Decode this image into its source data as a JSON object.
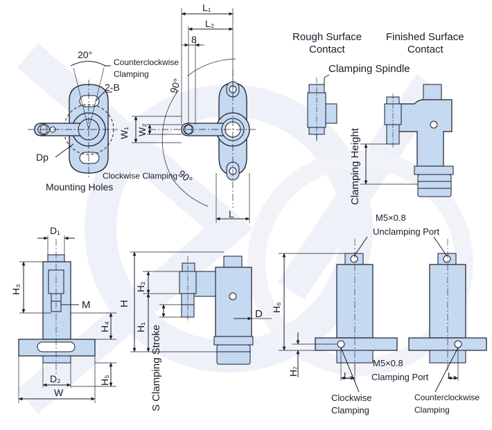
{
  "labels": {
    "L1": "L₁",
    "L2": "L₂",
    "eight": "8",
    "angle20": "20°",
    "ccw_clamp_1": "Counterclockwise",
    "ccw_clamp_2": "Clamping",
    "two_b": "2-B",
    "dp": "Dp",
    "mounting_holes": "Mounting Holes",
    "w1": "W₁",
    "w2": "W₂",
    "ninety_top": "90°",
    "ninety_bottom": "90°",
    "cw_clamping": "Clockwise Clamping",
    "L": "L",
    "rough_1": "Rough Surface",
    "rough_2": "Contact",
    "finished_1": "Finished Surface",
    "finished_2": "Contact",
    "clamping_spindle": "Clamping Spindle",
    "clamping_height": "Clamping Height",
    "d1": "D₁",
    "h3": "H₃",
    "m": "M",
    "h4": "H₄",
    "d2": "D₂",
    "h5": "H₅",
    "w": "W",
    "h2": "H₂",
    "h": "H",
    "h1": "H₁",
    "d": "D",
    "s_stroke": "S Clamping Stroke",
    "m5_top": "M5×0.8",
    "unclamping_port": "Unclamping Port",
    "h6": "H₆",
    "h7": "H₇",
    "l3_left": "L₃",
    "l3_right": "L₃",
    "m5_bottom": "M5×0.8",
    "clamping_port": "Clamping Port",
    "cw_bottom_1": "Clockwise",
    "cw_bottom_2": "Clamping",
    "ccw_bottom_1": "Counterclockwise",
    "ccw_bottom_2": "Clamping"
  },
  "colors": {
    "body_fill": "#c5d9f1",
    "line": "#1a1a2a",
    "watermark": "#eef1f8"
  }
}
